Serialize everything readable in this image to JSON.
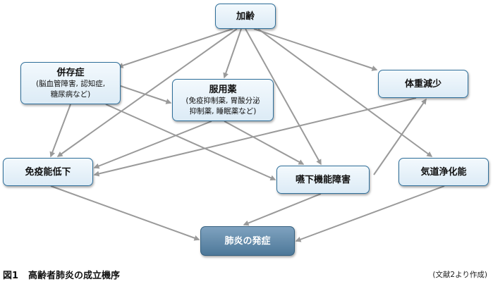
{
  "nodes": {
    "aging": {
      "title": "加齢"
    },
    "comorbidity": {
      "title": "併存症",
      "sub1": "(脳血管障害, 認知症,",
      "sub2": "糖尿病など)"
    },
    "drugs": {
      "title": "服用薬",
      "sub1": "(免疫抑制薬, 胃酸分泌",
      "sub2": "抑制薬, 睡眠薬など)"
    },
    "weight_loss": {
      "title": "体重減少"
    },
    "immune": {
      "title": "免疫能低下"
    },
    "swallowing": {
      "title": "嚥下機能障害"
    },
    "airway": {
      "title": "気道浄化能"
    },
    "pneumonia": {
      "title": "肺炎の発症"
    }
  },
  "edges": [
    [
      "aging",
      "comorbidity"
    ],
    [
      "aging",
      "drugs"
    ],
    [
      "aging",
      "weight_loss"
    ],
    [
      "aging",
      "immune"
    ],
    [
      "aging",
      "swallowing"
    ],
    [
      "aging",
      "airway"
    ],
    [
      "comorbidity",
      "drugs"
    ],
    [
      "comorbidity",
      "immune"
    ],
    [
      "comorbidity",
      "swallowing"
    ],
    [
      "drugs",
      "immune"
    ],
    [
      "drugs",
      "swallowing"
    ],
    [
      "weight_loss",
      "immune"
    ],
    [
      "swallowing",
      "weight_loss"
    ],
    [
      "immune",
      "pneumonia"
    ],
    [
      "swallowing",
      "pneumonia"
    ],
    [
      "airway",
      "pneumonia"
    ]
  ],
  "caption": {
    "number": "図1",
    "text": "高齢者肺炎の成立機序"
  },
  "source": "(文献2より作成)",
  "colors": {
    "arrow": "#9a9a9a",
    "border": "#2f6f9a",
    "final_fill": "#5f86a6"
  }
}
